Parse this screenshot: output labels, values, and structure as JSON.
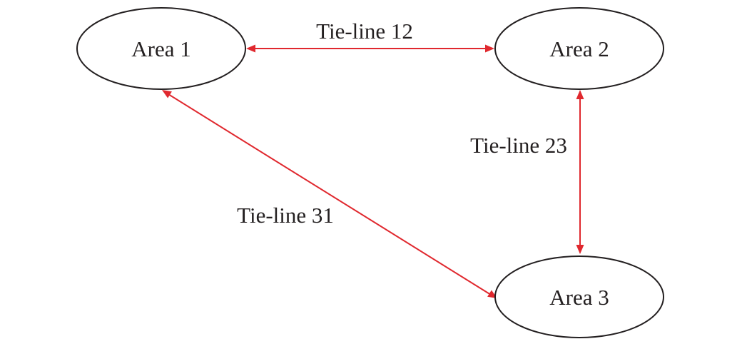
{
  "diagram": {
    "colors": {
      "edge": "#e0282e",
      "node_border": "#231f20",
      "text": "#231f20",
      "background": "#ffffff"
    },
    "nodes": {
      "area1": {
        "label": "Area 1"
      },
      "area2": {
        "label": "Area 2"
      },
      "area3": {
        "label": "Area 3"
      }
    },
    "edges": {
      "tie12": {
        "label": "Tie-line 12",
        "from": "Area 1",
        "to": "Area 2",
        "bidirectional": true
      },
      "tie23": {
        "label": "Tie-line 23",
        "from": "Area 2",
        "to": "Area 3",
        "bidirectional": true
      },
      "tie31": {
        "label": "Tie-line 31",
        "from": "Area 3",
        "to": "Area 1",
        "bidirectional": true
      }
    }
  }
}
